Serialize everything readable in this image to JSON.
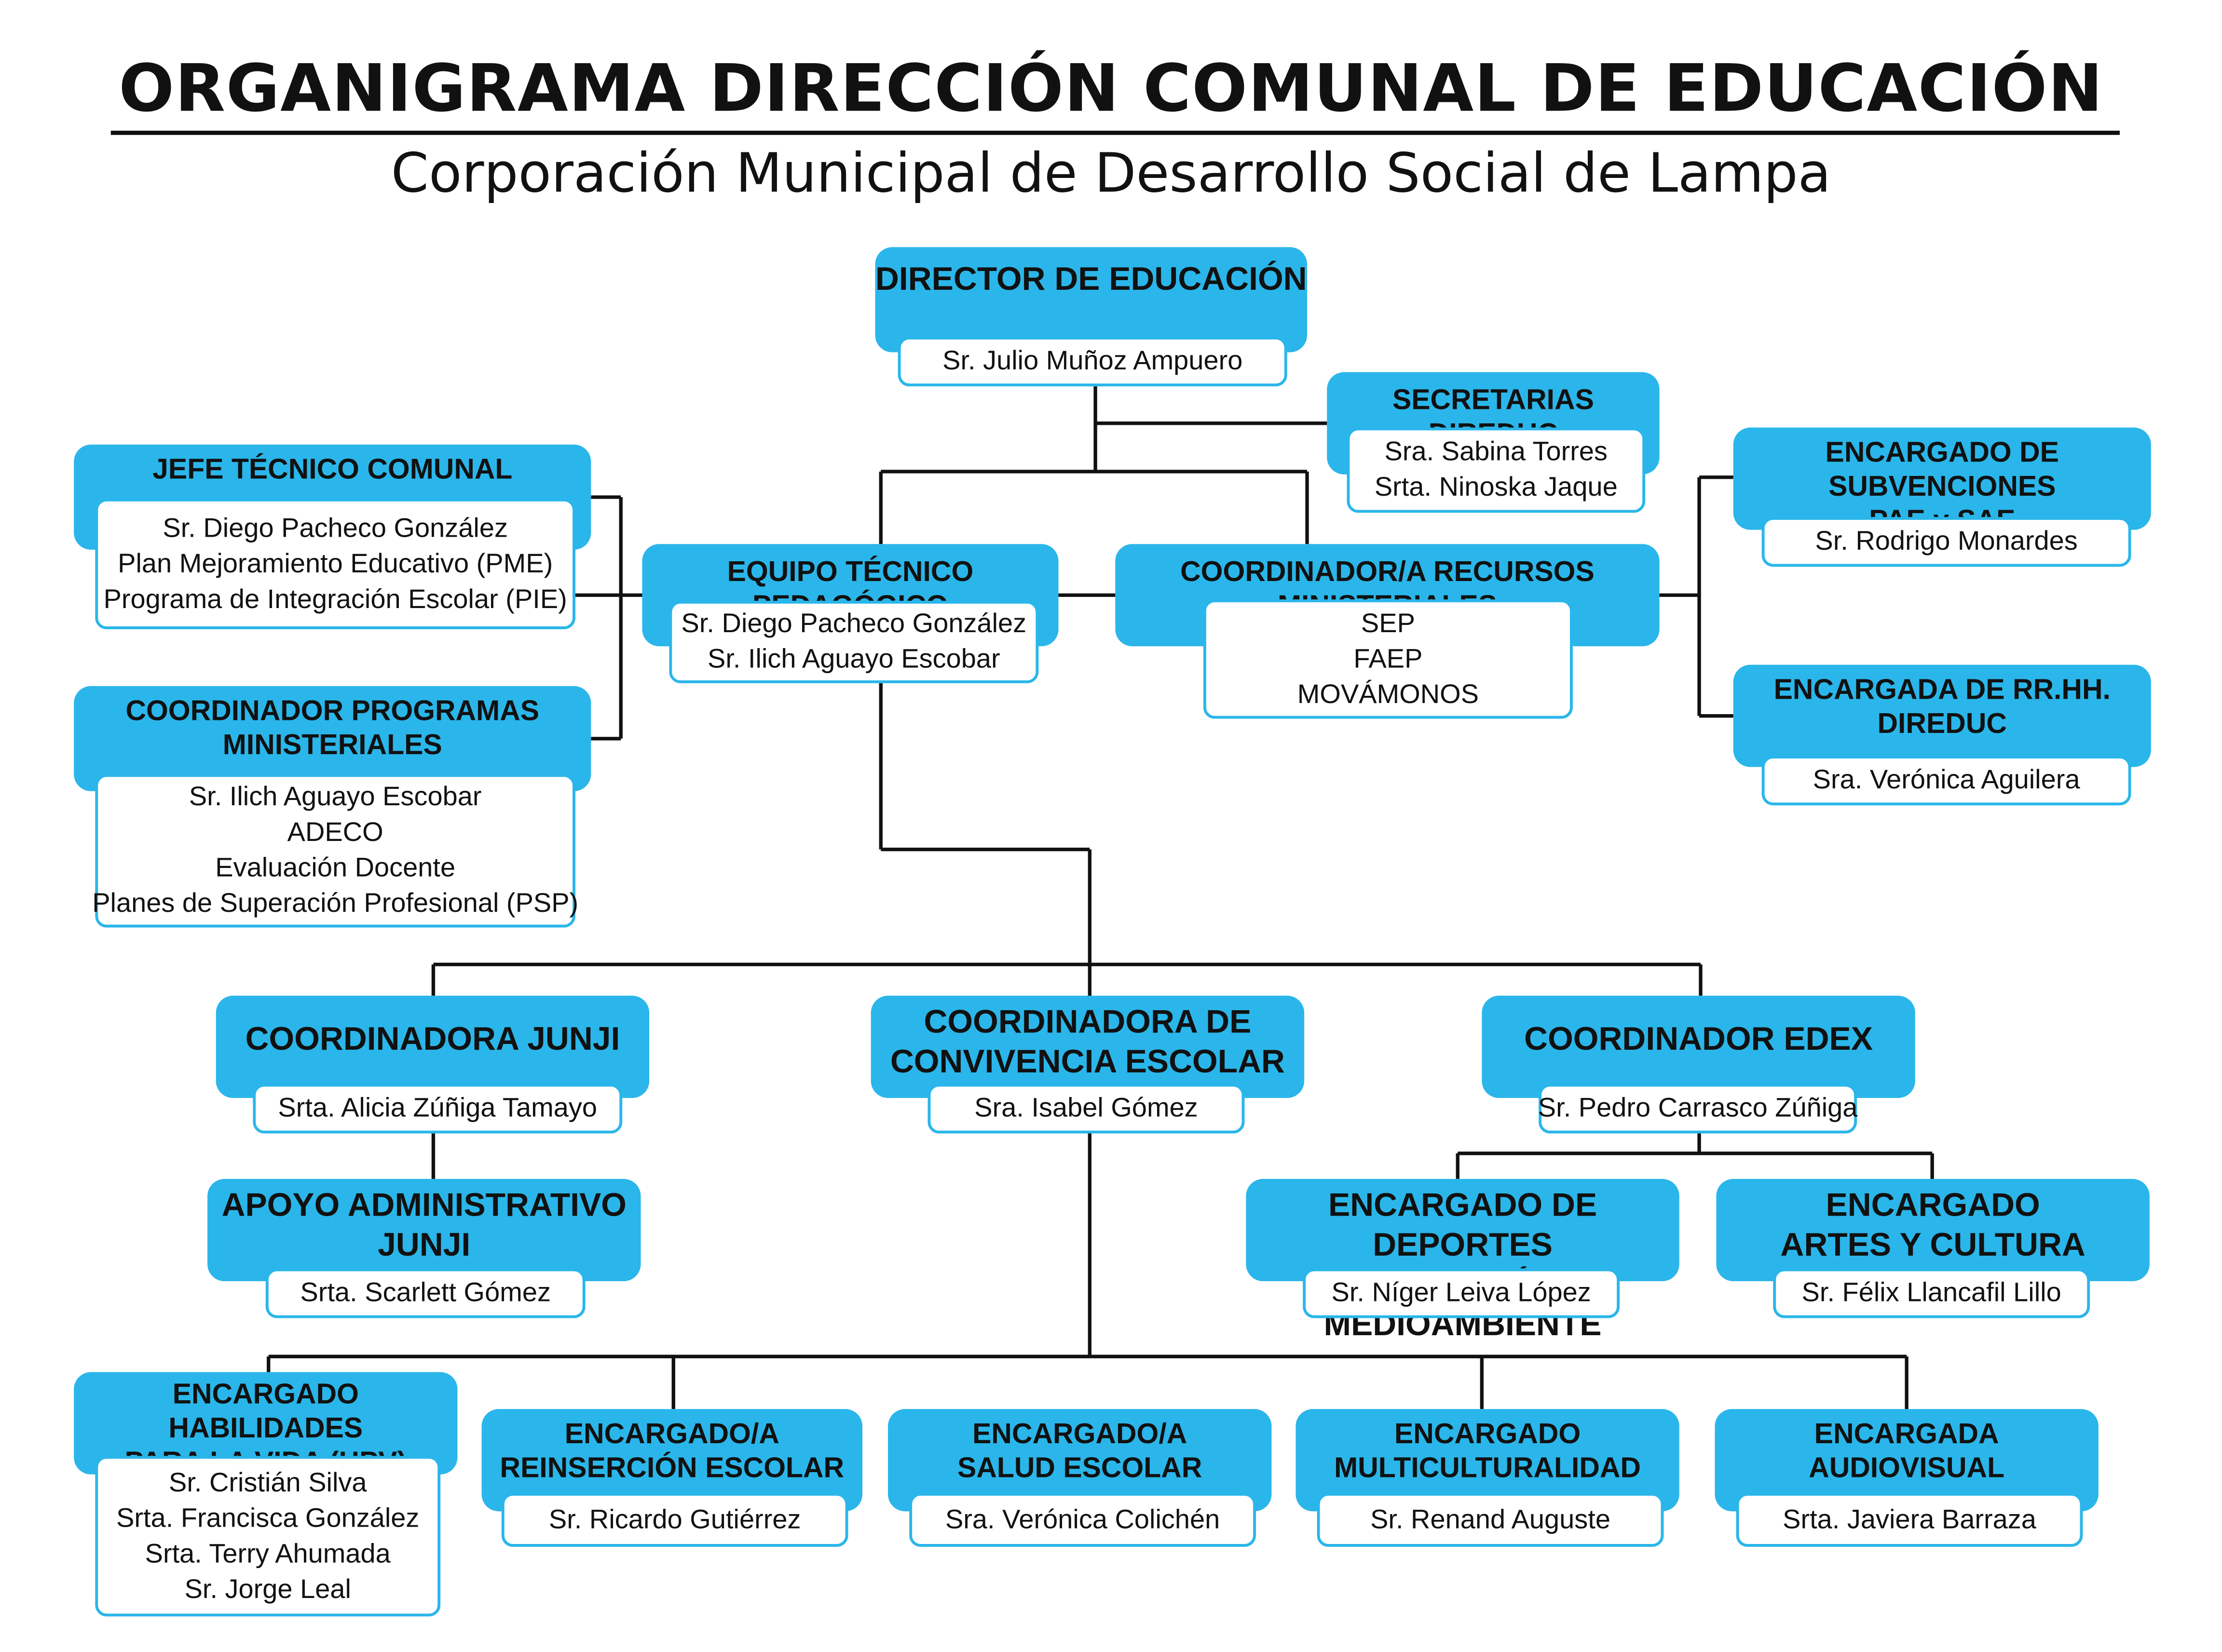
{
  "title": "ORGANIGRAMA DIRECCIÓN COMUNAL DE EDUCACIÓN",
  "subtitle": "Corporación Municipal de Desarrollo Social de Lampa",
  "colors": {
    "accent": "#2ab6ea",
    "line": "#111111",
    "text": "#111111"
  },
  "nodes": {
    "director": {
      "title": [
        "DIRECTOR DE EDUCACIÓN"
      ],
      "members": [
        "Sr. Julio Muñoz Ampuero"
      ]
    },
    "secretarias": {
      "title": [
        "SECRETARIAS DIREDUC"
      ],
      "members": [
        "Sra. Sabina Torres",
        "Srta. Ninoska Jaque"
      ]
    },
    "jefe_tecnico": {
      "title": [
        "JEFE TÉCNICO COMUNAL"
      ],
      "members": [
        "Sr. Diego Pacheco González",
        "Plan Mejoramiento Educativo (PME)",
        "Programa de Integración Escolar (PIE)"
      ]
    },
    "coord_programas": {
      "title": [
        "COORDINADOR PROGRAMAS",
        "MINISTERIALES"
      ],
      "members": [
        "Sr. Ilich Aguayo Escobar",
        "ADECO",
        "Evaluación Docente",
        "Planes de Superación Profesional (PSP)"
      ]
    },
    "equipo_tecnico": {
      "title": [
        "EQUIPO TÉCNICO PEDAGÓGICO"
      ],
      "members": [
        "Sr. Diego Pacheco González",
        "Sr. Ilich Aguayo Escobar"
      ]
    },
    "coord_recursos": {
      "title": [
        "COORDINADOR/A RECURSOS MINISTERIALES"
      ],
      "members": [
        "SEP",
        "FAEP",
        "MOVÁMONOS"
      ]
    },
    "subvenciones": {
      "title": [
        "ENCARGADO DE SUBVENCIONES",
        "PAE y SAE"
      ],
      "members": [
        "Sr. Rodrigo Monardes"
      ]
    },
    "rrhh": {
      "title": [
        "ENCARGADA DE RR.HH.",
        "DIREDUC"
      ],
      "members": [
        "Sra. Verónica Aguilera"
      ]
    },
    "junji": {
      "title": [
        "COORDINADORA JUNJI"
      ],
      "members": [
        "Srta. Alicia Zúñiga Tamayo"
      ]
    },
    "apoyo_junji": {
      "title": [
        "APOYO ADMINISTRATIVO",
        "JUNJI"
      ],
      "members": [
        "Srta. Scarlett Gómez"
      ]
    },
    "convivencia": {
      "title": [
        "COORDINADORA DE",
        "CONVIVENCIA ESCOLAR"
      ],
      "members": [
        "Sra. Isabel Gómez"
      ]
    },
    "edex": {
      "title": [
        "COORDINADOR EDEX"
      ],
      "members": [
        "Sr. Pedro Carrasco Zúñiga"
      ]
    },
    "deportes": {
      "title": [
        "ENCARGADO DE DEPORTES",
        "RECREACIÓN Y MEDIOAMBIENTE"
      ],
      "members": [
        "Sr. Níger Leiva López"
      ]
    },
    "artes": {
      "title": [
        "ENCARGADO",
        "ARTES Y CULTURA"
      ],
      "members": [
        "Sr. Félix Llancafil Lillo"
      ]
    },
    "hpv": {
      "title": [
        "ENCARGADO HABILIDADES",
        "PARA LA VIDA (HPV)"
      ],
      "members": [
        "Sr. Cristián Silva",
        "Srta. Francisca González",
        "Srta. Terry Ahumada",
        "Sr. Jorge Leal"
      ]
    },
    "reinsercion": {
      "title": [
        "ENCARGADO/A",
        "REINSERCIÓN ESCOLAR"
      ],
      "members": [
        "Sr. Ricardo Gutiérrez"
      ]
    },
    "salud": {
      "title": [
        "ENCARGADO/A",
        "SALUD ESCOLAR"
      ],
      "members": [
        "Sra. Verónica Colichén"
      ]
    },
    "multicultural": {
      "title": [
        "ENCARGADO",
        "MULTICULTURALIDAD"
      ],
      "members": [
        "Sr. Renand Auguste"
      ]
    },
    "audiovisual": {
      "title": [
        "ENCARGADA AUDIOVISUAL"
      ],
      "members": [
        "Srta. Javiera Barraza"
      ]
    }
  }
}
